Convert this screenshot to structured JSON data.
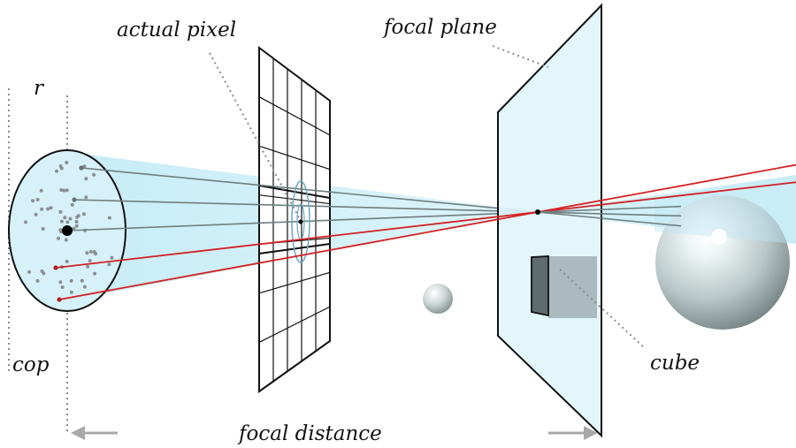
{
  "labels": {
    "actual_pixel": "actual pixel",
    "focal_plane": "focal plane",
    "r": "r",
    "cop": "cop",
    "cube": "cube",
    "focal_distance": "focal distance"
  },
  "colors": {
    "cone_fill": "#cdeef8",
    "plane_fill": "#dff5fb",
    "ray_gray": "#6e7f80",
    "ray_red": "#d42020",
    "dotted": "#8a8a8a",
    "arrow": "#a8a8a8",
    "outline": "#111111",
    "cube_front": "#8e9a9c",
    "cube_side": "#5f6c6e"
  },
  "aperture_sample_count": 60
}
